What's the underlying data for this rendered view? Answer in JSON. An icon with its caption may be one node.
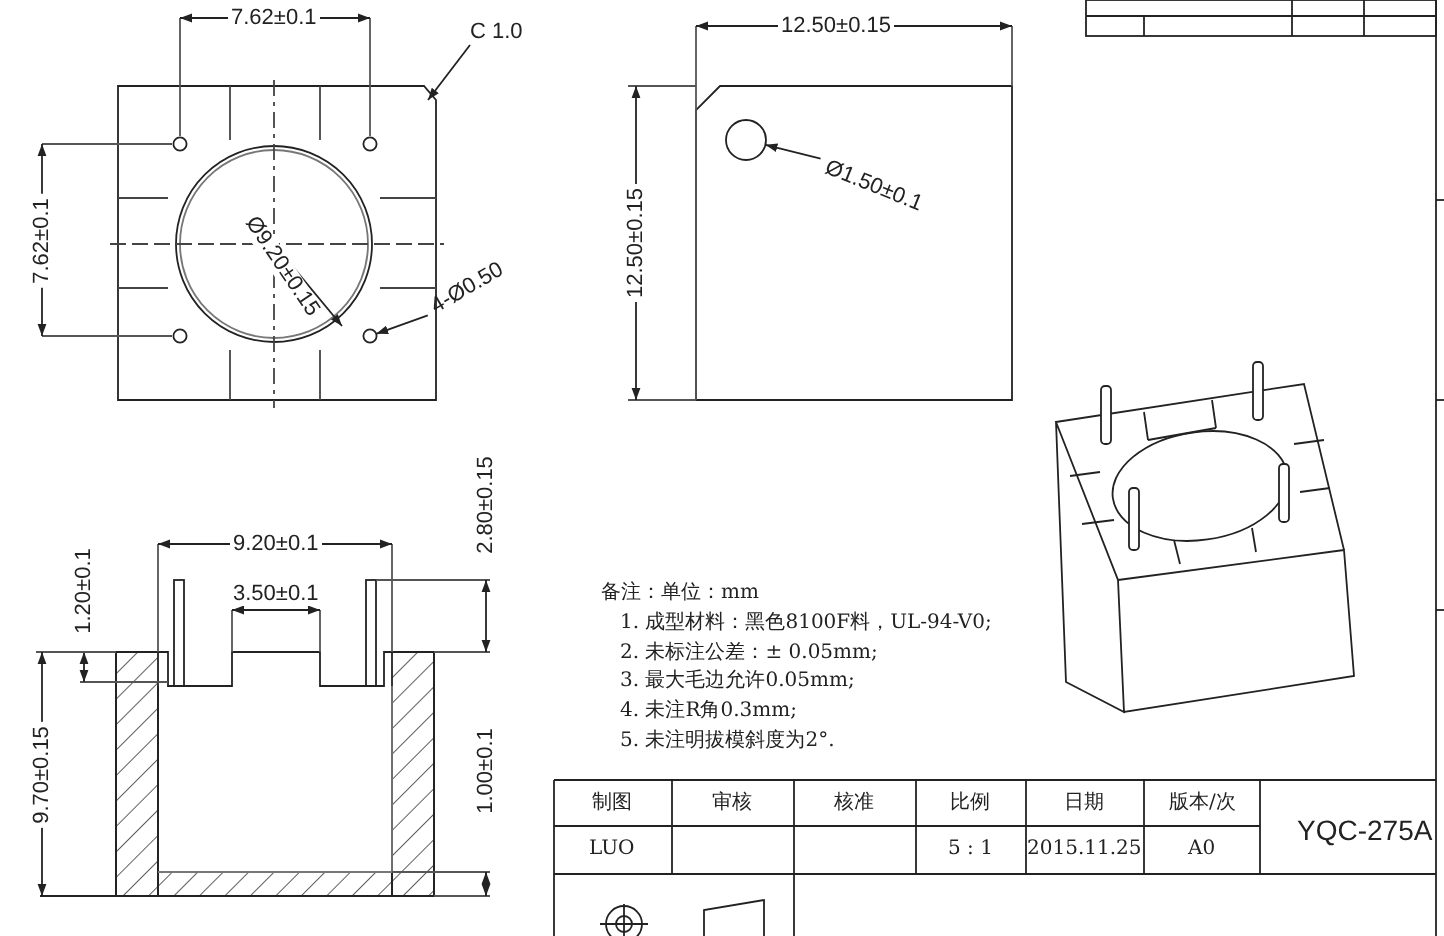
{
  "diagram": {
    "nodes": [
      {
        "text": [
          "C 1.0"
        ]
      },
      {
        "text": [
          "4-Ø0.50"
        ]
      },
      {
        "text": [
          "Ø1.50±0.1"
        ]
      },
      {
        "text": [],
        "shape": "circle"
      },
      {
        "text": [],
        "shape": "circle"
      }
    ],
    "edges": [
      {
        "from": 0,
        "to": null,
        "arrow": "to"
      },
      {
        "from": 1,
        "to": 3,
        "arrow": "to"
      },
      {
        "from": 2,
        "to": 4,
        "arrow": "to"
      }
    ],
    "labels": [
      "7.62±0.1",
      "7.62±0.1",
      "Ø9.20±0.15",
      "12.50±0.15",
      "12.50±0.15",
      "9.20±0.1",
      "2.80±0.15",
      "1.20±0.1",
      "3.50±0.1",
      "9.70±0.15",
      "1.00±0.1",
      "备注：单位：mm",
      "1. 成型材料：黑色8100F料，UL-94-V0;",
      "2. 未标注公差：± 0.05mm;",
      "3. 最大毛边允许0.05mm;",
      "4. 未注R角0.3mm;",
      "5. 未注明拔模斜度为2°.",
      "制图",
      "审核",
      "核准",
      "比例",
      "日期",
      "版本/次",
      "YQC-275A",
      "LUO",
      "5 : 1",
      "2015.11.25",
      "A0"
    ]
  }
}
